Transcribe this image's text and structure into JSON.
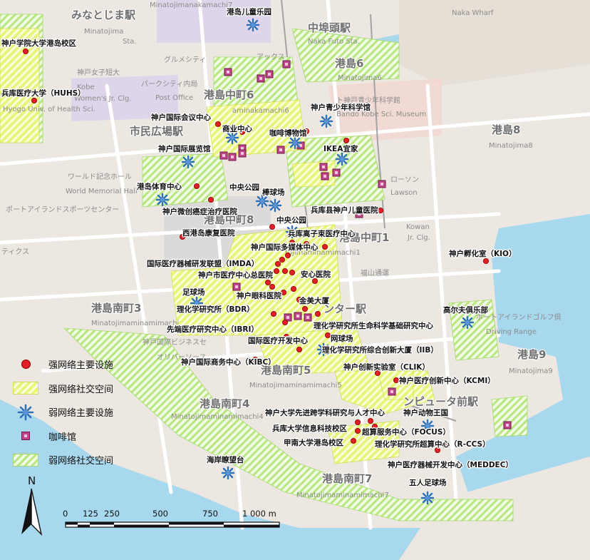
{
  "colors": {
    "sea": "#a8d8ee",
    "land": "#ece8e1",
    "road": "#ffffff",
    "strong_hatch": "#e9f57a",
    "weak_hatch": "#b8e67f",
    "facility_red": "#e21f26",
    "weak_blue": "#2d6fb8",
    "cafe": "#c0458a"
  },
  "legend": {
    "items": [
      {
        "label": "强网络主要设施",
        "symbol": "red-dot"
      },
      {
        "label": "强网络社交空间",
        "symbol": "yellow-hatch"
      },
      {
        "label": "弱网络主要设施",
        "symbol": "blue-star"
      },
      {
        "label": "咖啡馆",
        "symbol": "pink-square"
      },
      {
        "label": "弱网络社交空间",
        "symbol": "green-hatch"
      }
    ]
  },
  "north": {
    "label": "N"
  },
  "scale": {
    "ticks": [
      "0",
      "125",
      "250",
      "500",
      "750",
      "1 000 m"
    ]
  },
  "basemap_labels": [
    "Minatojimanakamachi7",
    "みなとじま駅",
    "Minatojima",
    "Sta.",
    "中埠頭駅",
    "Naka Futo Sta.",
    "Naka Wharf",
    "港島6",
    "Minatojima6",
    "グルメシティ",
    "アックス",
    "神戸女子短大",
    "Kobe",
    "Women's Jr. Clg.",
    "パークシティ内局",
    "Post Office",
    "港島中町6",
    "aminakamachi6",
    "ト神戸青少年科学館",
    "Bando Kobe Sci. Museum",
    "市民広場駅",
    "港島8",
    "Minatojima8",
    "ワールド記念ホール",
    "World Memorial Hall",
    "ポートアイランドスポーツセンター",
    "ローソン",
    "Lawson",
    "港島中町8",
    "港島中町1",
    "Kowan",
    "Jr. Clg.",
    "ティクス",
    "tojimaminamimachi1",
    "福山通運",
    "港島南町3",
    "Minatojimaminamimachi",
    "ンター駅",
    "港島南町5",
    "Minatojimaminamimachi5",
    "港島南町4",
    "Minatojimaminamimachi4",
    "オリバーソース",
    "港島南町7",
    "Minatojimaminamimachi7",
    "港島9",
    "Minatojima9",
    "Driving Range",
    "ポートアイランドゴルフ倶",
    "ンピュータ前駅",
    "神戸国際ビジネスセ",
    "Hyogo Univ. of Health Sci."
  ],
  "facilities_strong": [
    "神户学院大学港岛校区",
    "兵库医疗大学（HUHS）",
    "神户国际会议中心",
    "商业中心",
    "咖啡博物馆",
    "神户国际展览馆",
    "IKEA宜家",
    "港岛体育中心",
    "神户微创癌症治疗医院",
    "兵库县神户儿童医院",
    "西港岛康复医院",
    "中央公园",
    "兵库离子束医疗中心",
    "神户国际多媒体中心",
    "神户孵化室（KIO）",
    "国际医疗器械研发联盟（IMDA）",
    "神户市医疗中心总医院",
    "安心医院",
    "神户眼科医院",
    "理化学研究所（BDR）",
    "金美大厦",
    "先端医疗研究中心（IBRI）",
    "理化学研究所生命科学基础研究中心",
    "国际医疗开发中心",
    "网球场",
    "神户国际商务中心（KIBC）",
    "理化学研究所综合创新大厦（IIB）",
    "神户创新实验室（CLIK）",
    "神户医疗创新中心（KCMI）",
    "神户大学先进跨学科研究与人才中心",
    "神户动物王国",
    "兵库大学信息科技校区",
    "超算服务中心（FOCUS）",
    "甲南大学港岛校区",
    "理化学研究所超算中心（R-CCS）",
    "神户医疗器械开发中心（MEDDEC）"
  ],
  "facilities_weak": [
    "港岛儿童乐园",
    "神户青少年科学馆",
    "中央公园",
    "棒球场",
    "足球场",
    "高尔夫俱乐部",
    "海岸瞭望台",
    "五人足球场"
  ]
}
